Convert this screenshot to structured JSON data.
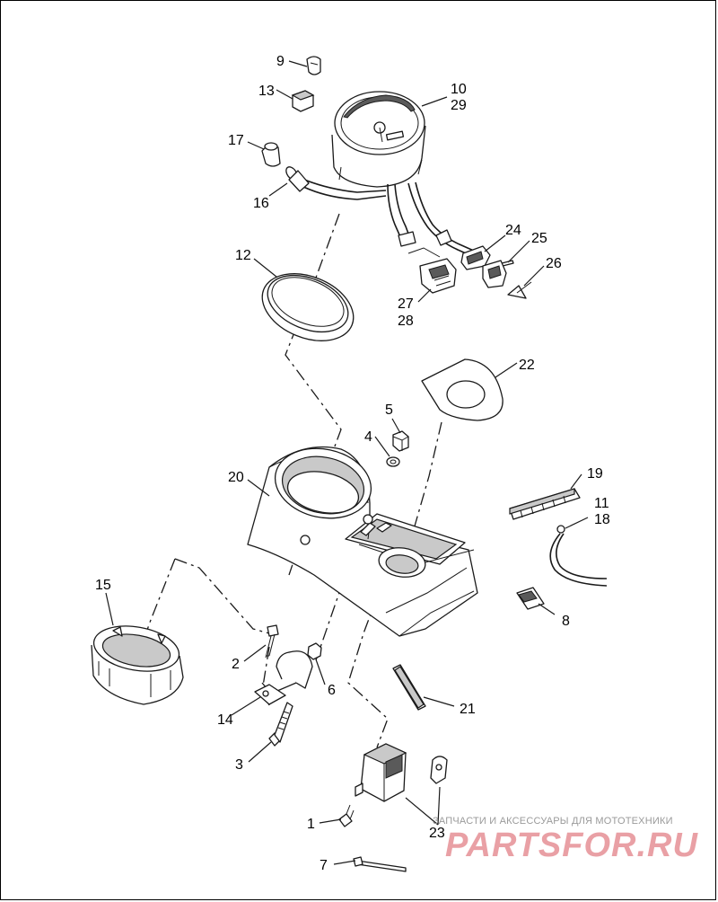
{
  "diagram": {
    "callouts": {
      "c1": "1",
      "c2": "2",
      "c3": "3",
      "c4": "4",
      "c5": "5",
      "c6": "6",
      "c7": "7",
      "c8": "8",
      "c9": "9",
      "c10": "10",
      "c29": "29",
      "c11": "11",
      "c18": "18",
      "c12": "12",
      "c13": "13",
      "c14": "14",
      "c15": "15",
      "c16": "16",
      "c17": "17",
      "c19": "19",
      "c20": "20",
      "c21": "21",
      "c22": "22",
      "c23": "23",
      "c24": "24",
      "c25": "25",
      "c26": "26",
      "c27": "27",
      "c28": "28"
    }
  },
  "watermark": {
    "tagline": "ЗАПЧАСТИ И АКСЕССУАРЫ ДЛЯ МОТОТЕХНИКИ",
    "logo": "PARTSFOR.RU"
  }
}
